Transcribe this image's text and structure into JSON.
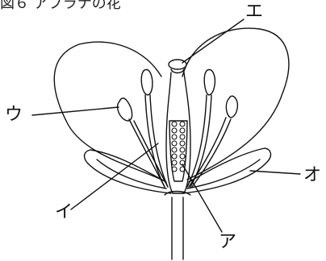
{
  "figure_caption": "図６ アブラナの花",
  "labels": {
    "a": "ア",
    "i": "イ",
    "u": "ウ",
    "e": "エ",
    "o": "オ"
  }
}
